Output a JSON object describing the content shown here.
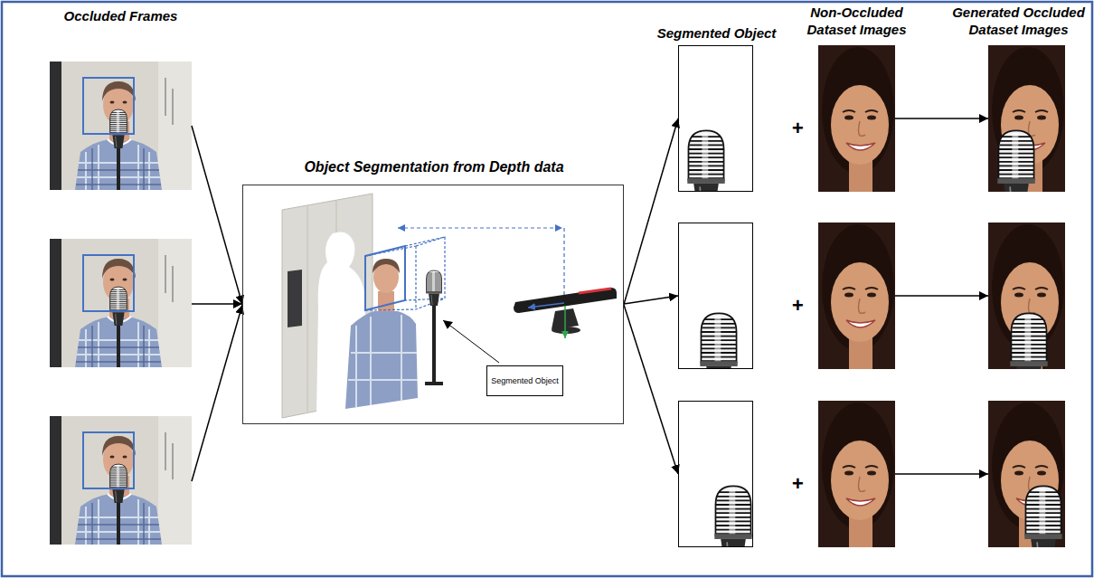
{
  "diagram": {
    "nodes": [
      {
        "text": [
          "Occluded Frames"
        ]
      },
      {
        "text": [
          "Object Segmentation from Depth data"
        ]
      },
      {
        "text": [
          "Segmented Object"
        ],
        "in": 1
      },
      {
        "text": [
          "Segmented Object"
        ]
      },
      {
        "text": [
          "Non-Occluded Dataset Images"
        ]
      },
      {
        "text": [
          "Generated Occluded Dataset Images"
        ]
      }
    ],
    "edges": [
      {
        "from": 0,
        "to": 1,
        "arrow": "to"
      },
      {
        "from": 1,
        "to": 3,
        "arrow": "to"
      },
      {
        "from": 4,
        "to": 5,
        "arrow": "to"
      }
    ],
    "labels": [
      "+",
      "+",
      "+"
    ]
  }
}
